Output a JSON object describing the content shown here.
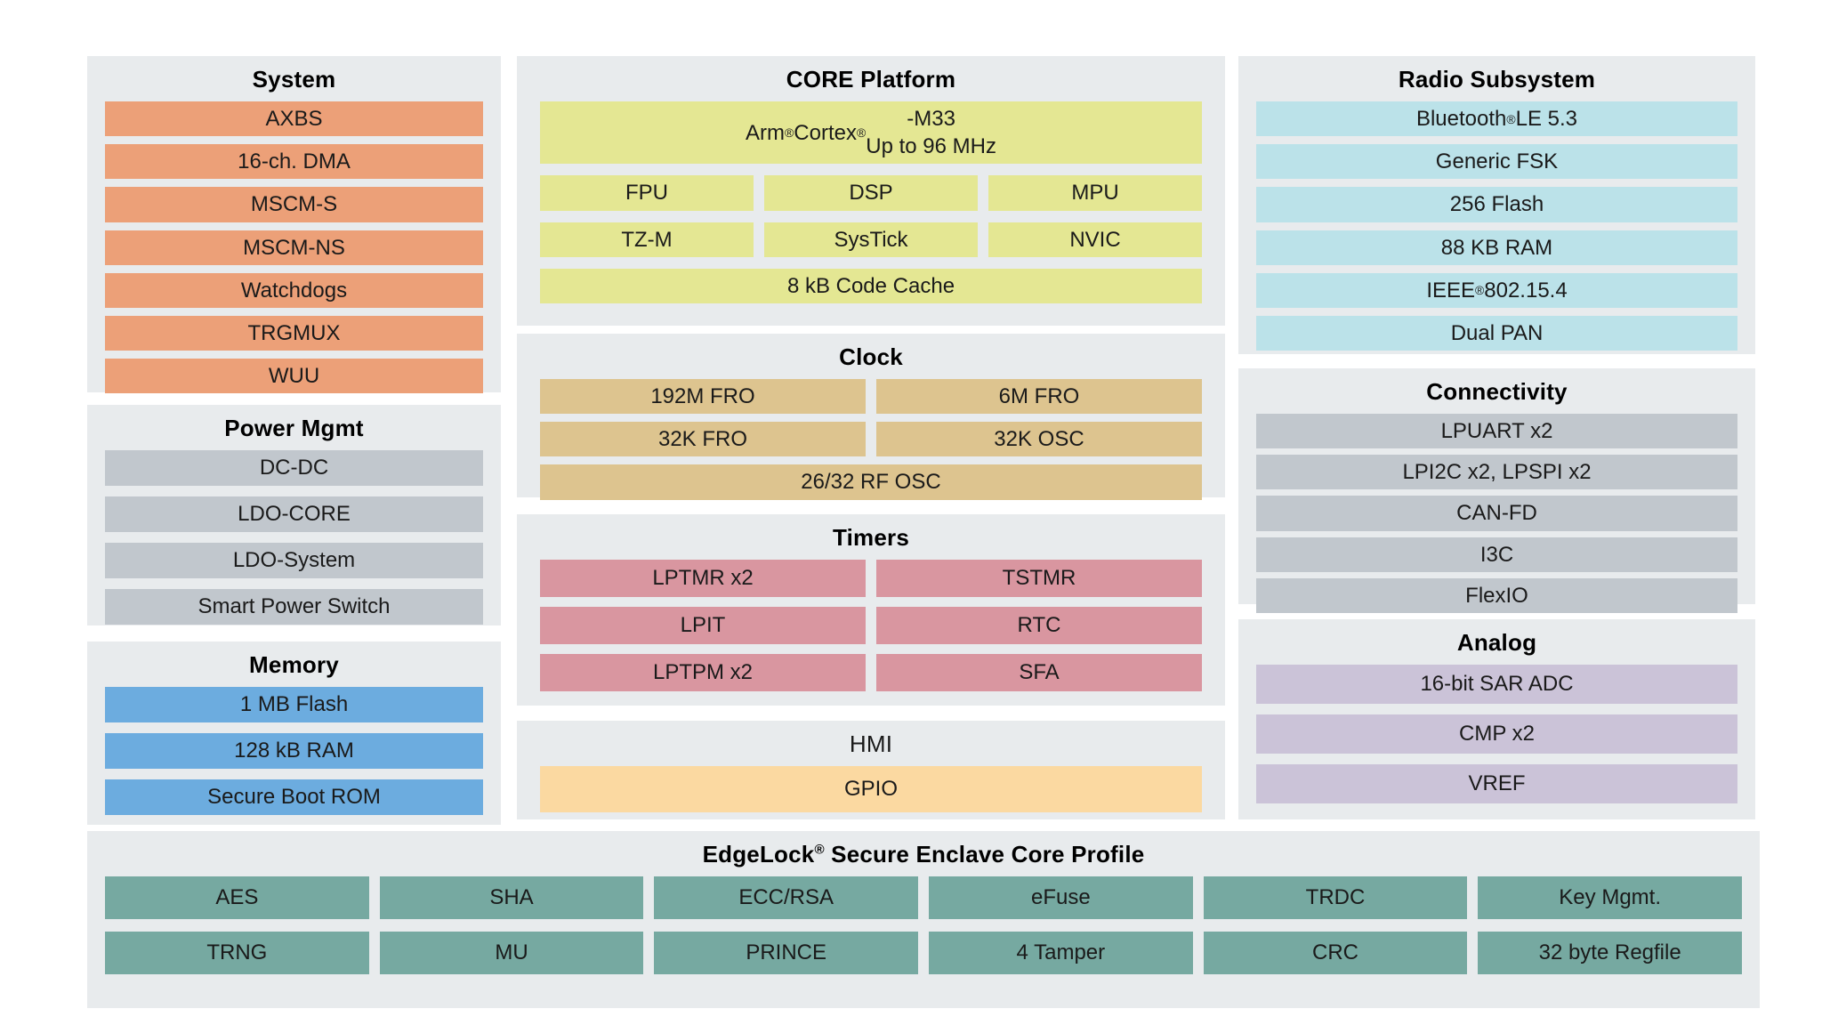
{
  "colors": {
    "page_bg": "#FFFFFF",
    "panel_bg": "#E8EBED",
    "text": "#1A1A1A"
  },
  "panels": {
    "system": {
      "title": "System",
      "color": "#ECA078",
      "rows": [
        [
          "AXBS"
        ],
        [
          "16-ch. DMA"
        ],
        [
          "MSCM-S"
        ],
        [
          "MSCM-NS"
        ],
        [
          "Watchdogs"
        ],
        [
          "TRGMUX"
        ],
        [
          "WUU"
        ]
      ]
    },
    "power": {
      "title": "Power Mgmt",
      "color": "#C1C7CD",
      "rows": [
        [
          "DC-DC"
        ],
        [
          "LDO-CORE"
        ],
        [
          "LDO-System"
        ],
        [
          "Smart Power Switch"
        ]
      ]
    },
    "memory": {
      "title": "Memory",
      "color": "#6CACDF",
      "rows": [
        [
          "1 MB Flash"
        ],
        [
          "128 kB RAM"
        ],
        [
          "Secure Boot ROM"
        ]
      ]
    },
    "core": {
      "title": "CORE Platform",
      "color": "#E4E793",
      "rows": [
        [
          "Arm® Cortex®-M33\nUp to 96 MHz"
        ],
        [
          "FPU",
          "DSP",
          "MPU"
        ],
        [
          "TZ-M",
          "SysTick",
          "NVIC"
        ],
        [
          "8 kB Code Cache"
        ]
      ]
    },
    "clock": {
      "title": "Clock",
      "color": "#DDC48F",
      "rows": [
        [
          "192M FRO",
          "6M FRO"
        ],
        [
          "32K FRO",
          "32K OSC"
        ],
        [
          "26/32 RF OSC"
        ]
      ]
    },
    "timers": {
      "title": "Timers",
      "color": "#D996A0",
      "rows": [
        [
          "LPTMR x2",
          "TSTMR"
        ],
        [
          "LPIT",
          "RTC"
        ],
        [
          "LPTPM x2",
          "SFA"
        ]
      ]
    },
    "hmi": {
      "title": "HMI",
      "color": "#FBD9A1",
      "rows": [
        [
          "GPIO"
        ]
      ]
    },
    "radio": {
      "title": "Radio Subsystem",
      "color": "#BBE2E9",
      "rows": [
        [
          "Bluetooth® LE 5.3"
        ],
        [
          "Generic FSK"
        ],
        [
          "256 Flash"
        ],
        [
          "88 KB RAM"
        ],
        [
          "IEEE®802.15.4"
        ],
        [
          "Dual PAN"
        ]
      ]
    },
    "connectivity": {
      "title": "Connectivity",
      "color": "#C1C7CD",
      "rows": [
        [
          "LPUART x2"
        ],
        [
          "LPI2C x2, LPSPI x2"
        ],
        [
          "CAN-FD"
        ],
        [
          "I3C"
        ],
        [
          "FlexIO"
        ]
      ]
    },
    "analog": {
      "title": "Analog",
      "color": "#CBC3D8",
      "rows": [
        [
          "16-bit SAR ADC"
        ],
        [
          "CMP x2"
        ],
        [
          "VREF"
        ]
      ]
    },
    "edgelock": {
      "title": "EdgeLock® Secure Enclave Core Profile",
      "color": "#76A9A1",
      "rows": [
        [
          "AES",
          "SHA",
          "ECC/RSA",
          "eFuse",
          "TRDC",
          "Key Mgmt."
        ],
        [
          "TRNG",
          "MU",
          "PRINCE",
          "4 Tamper",
          "CRC",
          "32 byte Regfile"
        ]
      ]
    }
  }
}
